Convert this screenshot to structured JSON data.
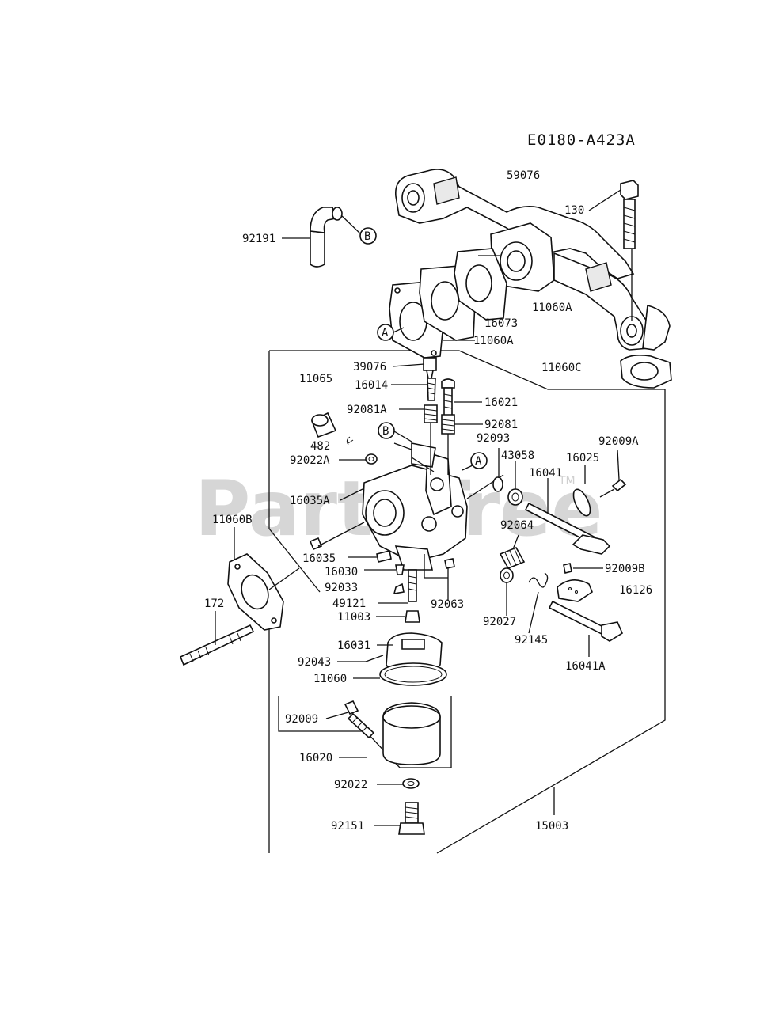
{
  "diagram": {
    "code": "E0180-A423A",
    "watermark": "PartsTree",
    "watermark_tm": "TM",
    "callouts": {
      "A": "A",
      "B": "B"
    },
    "labels": {
      "p59076": "59076",
      "p130": "130",
      "p92191": "92191",
      "p11060A_1": "11060A",
      "p16073": "16073",
      "p11060A_2": "11060A",
      "p11060C": "11060C",
      "p39076": "39076",
      "p11065": "11065",
      "p16014": "16014",
      "p16021": "16021",
      "p92081A": "92081A",
      "p92081": "92081",
      "p482": "482",
      "p92093": "92093",
      "p92009A": "92009A",
      "p92022A": "92022A",
      "p43058": "43058",
      "p16025": "16025",
      "p16041": "16041",
      "p16035A": "16035A",
      "p11060B": "11060B",
      "p92064": "92064",
      "p16035": "16035",
      "p92009B": "92009B",
      "p16030": "16030",
      "p16126": "16126",
      "p92033": "92033",
      "p172": "172",
      "p49121": "49121",
      "p92063": "92063",
      "p11003": "11003",
      "p92027": "92027",
      "p92145": "92145",
      "p16031": "16031",
      "p16041A": "16041A",
      "p92043": "92043",
      "p11060": "11060",
      "p92009": "92009",
      "p16020": "16020",
      "p92022": "92022",
      "p92151": "92151",
      "p15003": "15003"
    }
  }
}
